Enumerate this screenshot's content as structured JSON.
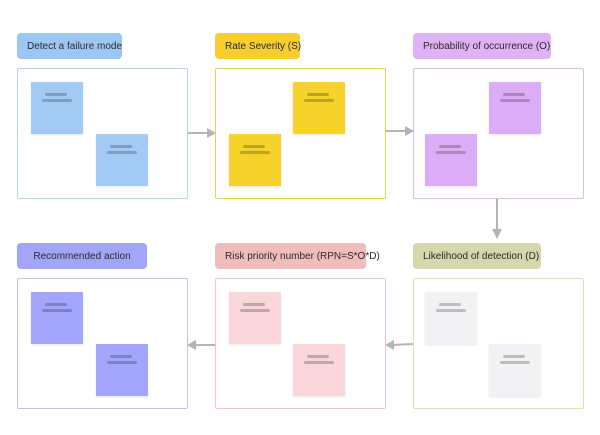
{
  "steps": [
    {
      "label": "Detect a failure mode",
      "tag_color": "#9cc7f5",
      "box_border": "#a8dce0",
      "note_color": "#a3c9f5"
    },
    {
      "label": "Rate Severity (S)",
      "tag_color": "#f7cd2f",
      "box_border": "#e9cf52",
      "note_color": "#f5d32a"
    },
    {
      "label": "Probability of occurrence (O)",
      "tag_color": "#dfb2f6",
      "box_border": "#dcbcea",
      "note_color": "#dcadf7"
    },
    {
      "label": "Likelihood of detection (D)",
      "tag_color": "#d5d7ac",
      "box_border": "#dbe1b2",
      "note_color": "#f2f2f4"
    },
    {
      "label": "Risk priority number (RPN=S*O*D)",
      "tag_color": "#f1bcbc",
      "box_border": "#eec6cc",
      "note_color": "#f8d6da"
    },
    {
      "label": "Recommended action",
      "tag_color": "#a3a6f8",
      "box_border": "#c8bfe6",
      "note_color": "#a2a5fa"
    }
  ],
  "colors": {
    "arrow": "#b4b4b4",
    "note_line": "#9a9a9a"
  }
}
